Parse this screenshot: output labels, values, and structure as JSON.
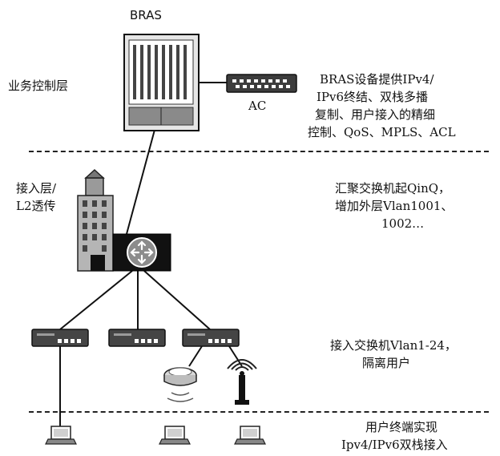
{
  "layers": {
    "service_control": "业务控制层",
    "access_l2_line1": "接入层/",
    "access_l2_line2": "L2透传"
  },
  "devices": {
    "bras": "BRAS",
    "ac": "AC"
  },
  "notes": {
    "bras_line1": "BRAS设备提供IPv4/",
    "bras_line2": "IPv6终结、双栈多播",
    "bras_line3": "复制、用户接入的精细",
    "bras_line4": "控制、QoS、MPLS、ACL",
    "agg_line1": "汇聚交换机起QinQ，",
    "agg_line2": "增加外层Vlan1001、",
    "agg_line3": "1002…",
    "access_line1": "接入交换机Vlan1-24，",
    "access_line2": "隔离用户",
    "terminal_line1": "用户终端实现",
    "terminal_line2": "Ipv4/IPv6双栈接入"
  }
}
